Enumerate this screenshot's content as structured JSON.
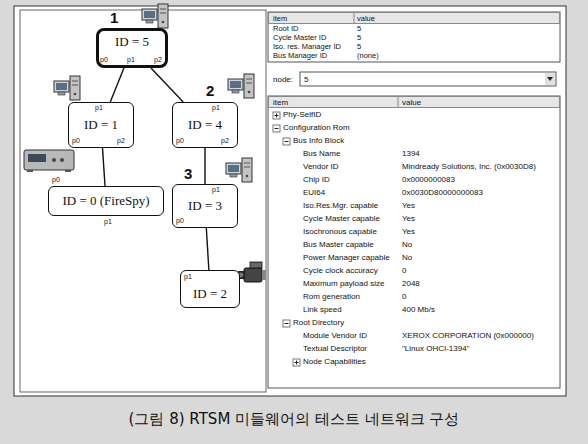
{
  "diagram": {
    "caption": "(그림 8) RTSM 미들웨어의 테스트 네트워크 구성",
    "nodes": [
      {
        "text": [
          "ID = 5"
        ]
      },
      {
        "text": [
          "ID = 1"
        ]
      },
      {
        "text": [
          "ID = 4"
        ]
      },
      {
        "text": [
          "ID = 0 (FireSpy)"
        ]
      },
      {
        "text": [
          "ID = 3"
        ]
      },
      {
        "text": [
          "ID = 2"
        ]
      }
    ],
    "edges": [
      {
        "from": 0,
        "to": 1,
        "arrow": "none"
      },
      {
        "from": 0,
        "to": 2,
        "arrow": "none"
      },
      {
        "from": 1,
        "to": 3,
        "arrow": "none"
      },
      {
        "from": 2,
        "to": 4,
        "arrow": "none"
      },
      {
        "from": 4,
        "to": 5,
        "arrow": "none"
      }
    ],
    "labels": [
      "1",
      "2",
      "3",
      "p0",
      "p1",
      "p2",
      "p1",
      "p0",
      "p2",
      "p1",
      "p0",
      "p2",
      "p0",
      "p1",
      "p1",
      "p0",
      "p1",
      "item",
      "value",
      "Root ID",
      "5",
      "Cycle Master ID",
      "5",
      "Iso. res. Manager ID",
      "5",
      "Bus Manager ID",
      "(none)",
      "node:",
      "5",
      "item",
      "value",
      "Phy-SelfID",
      "Configuration Rom",
      "Bus Info Block",
      "Bus Name",
      "1394",
      "Vendor ID",
      "Mindready Solutions, Inc. (0x0030D8)",
      "Chip ID",
      "0x0000000083",
      "EUI64",
      "0x0030D80000000083",
      "Iso.Res.Mgr. capable",
      "Yes",
      "Cycle Master capable",
      "Yes",
      "Isochronous capable",
      "Yes",
      "Bus Master capable",
      "No",
      "Power Manager capable",
      "No",
      "Cycle clock accuracy",
      "0",
      "Maximum payload size",
      "2048",
      "Rom generation",
      "0",
      "Link speed",
      "400 Mb/s",
      "Root Directory",
      "Module Vendor ID",
      "XEROX CORPORATION (0x000000)",
      "Textual Descriptor",
      "\"Linux OHCI-1394\"",
      "Node Capabilities"
    ]
  }
}
